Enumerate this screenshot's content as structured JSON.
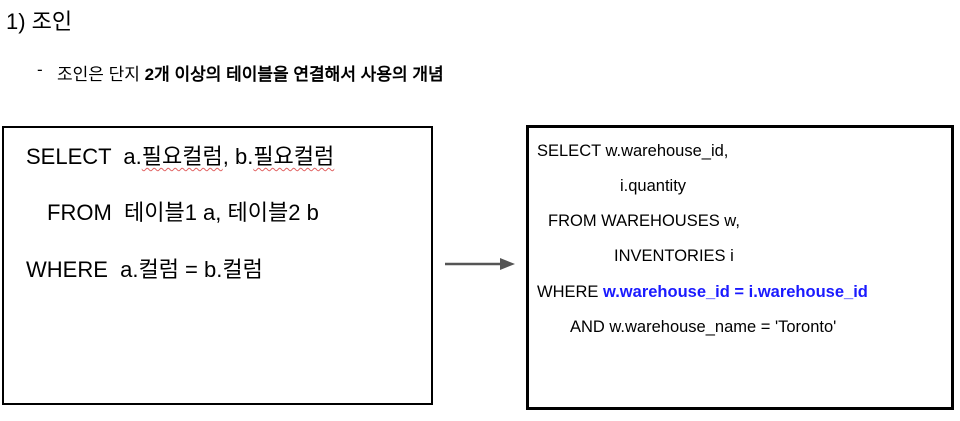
{
  "title": "1) 조인",
  "bullet": {
    "dash": "-",
    "prefix": "조인은 단지 ",
    "bold": "2개 이상의 테이블을 연결해서 사용의 개념"
  },
  "left_query": {
    "select_kw": "SELECT  a.",
    "col1": "필요컬럼",
    "mid": ", b.",
    "col2": "필요컬럼",
    "from_line": "FROM  테이블1 a, 테이블2 b",
    "where_line": "WHERE  a.컬럼 = b.컬럼"
  },
  "right_query": {
    "line1": "SELECT w.warehouse_id,",
    "line2": "i.quantity",
    "line3": "FROM WAREHOUSES w,",
    "line4": "INVENTORIES i",
    "where_kw": "WHERE ",
    "where_cond": "w.warehouse_id = i.warehouse_id",
    "line6": "AND w.warehouse_name = 'Toronto'"
  },
  "colors": {
    "highlight": "#1a1aff",
    "arrow": "#555555"
  }
}
